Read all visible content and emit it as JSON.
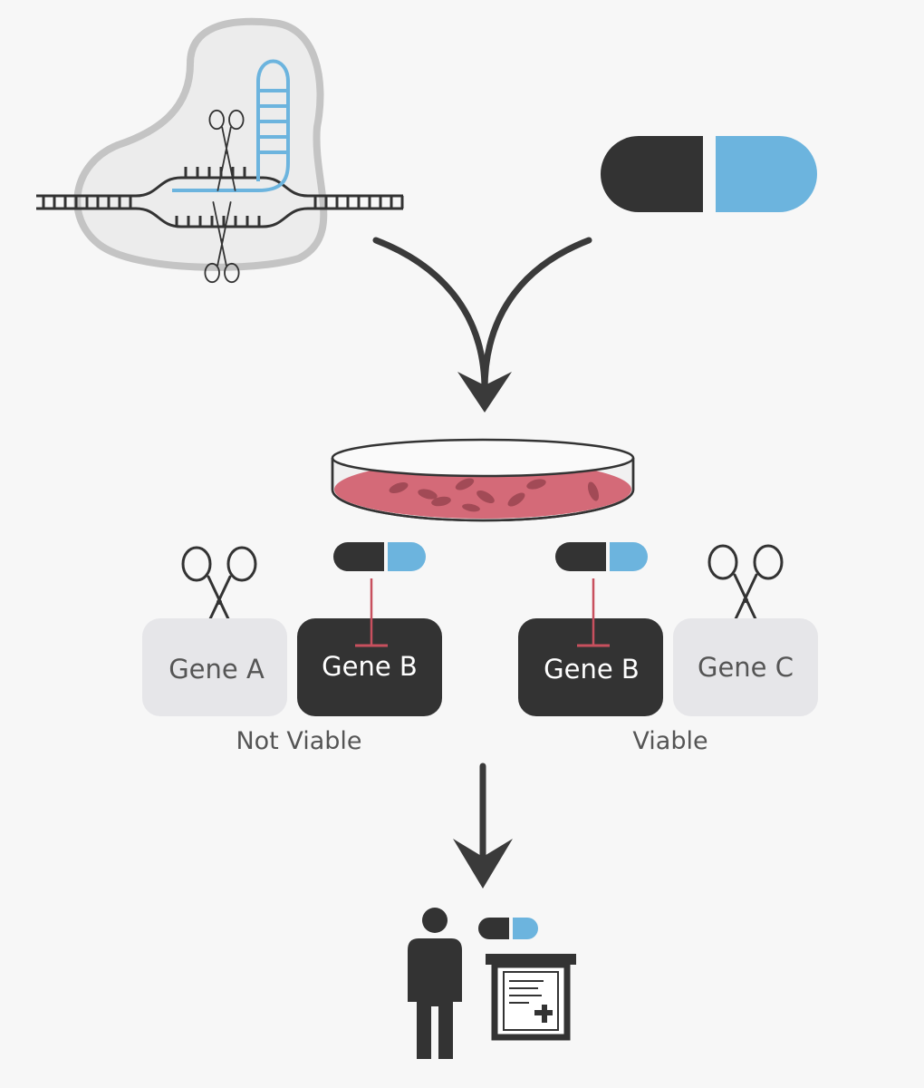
{
  "diagram": {
    "genes": {
      "gene_a": "Gene A",
      "gene_b_left": "Gene B",
      "gene_b_right": "Gene B",
      "gene_c": "Gene C"
    },
    "outcomes": {
      "left": "Not Viable",
      "right": "Viable"
    }
  },
  "colors": {
    "dark": "#333333",
    "blue": "#6cb4de",
    "light_box": "#e6e6e9",
    "media": "#d46a78",
    "inhibition": "#c8505e",
    "outline_gray": "#c4c4c4"
  },
  "icons": {
    "crispr": "crispr-cas9-complex-icon",
    "drug": "drug-capsule-icon",
    "dish": "petri-dish-icon",
    "scissors": "scissors-icon",
    "patient": "person-icon",
    "prescription": "prescription-clipboard-icon"
  }
}
